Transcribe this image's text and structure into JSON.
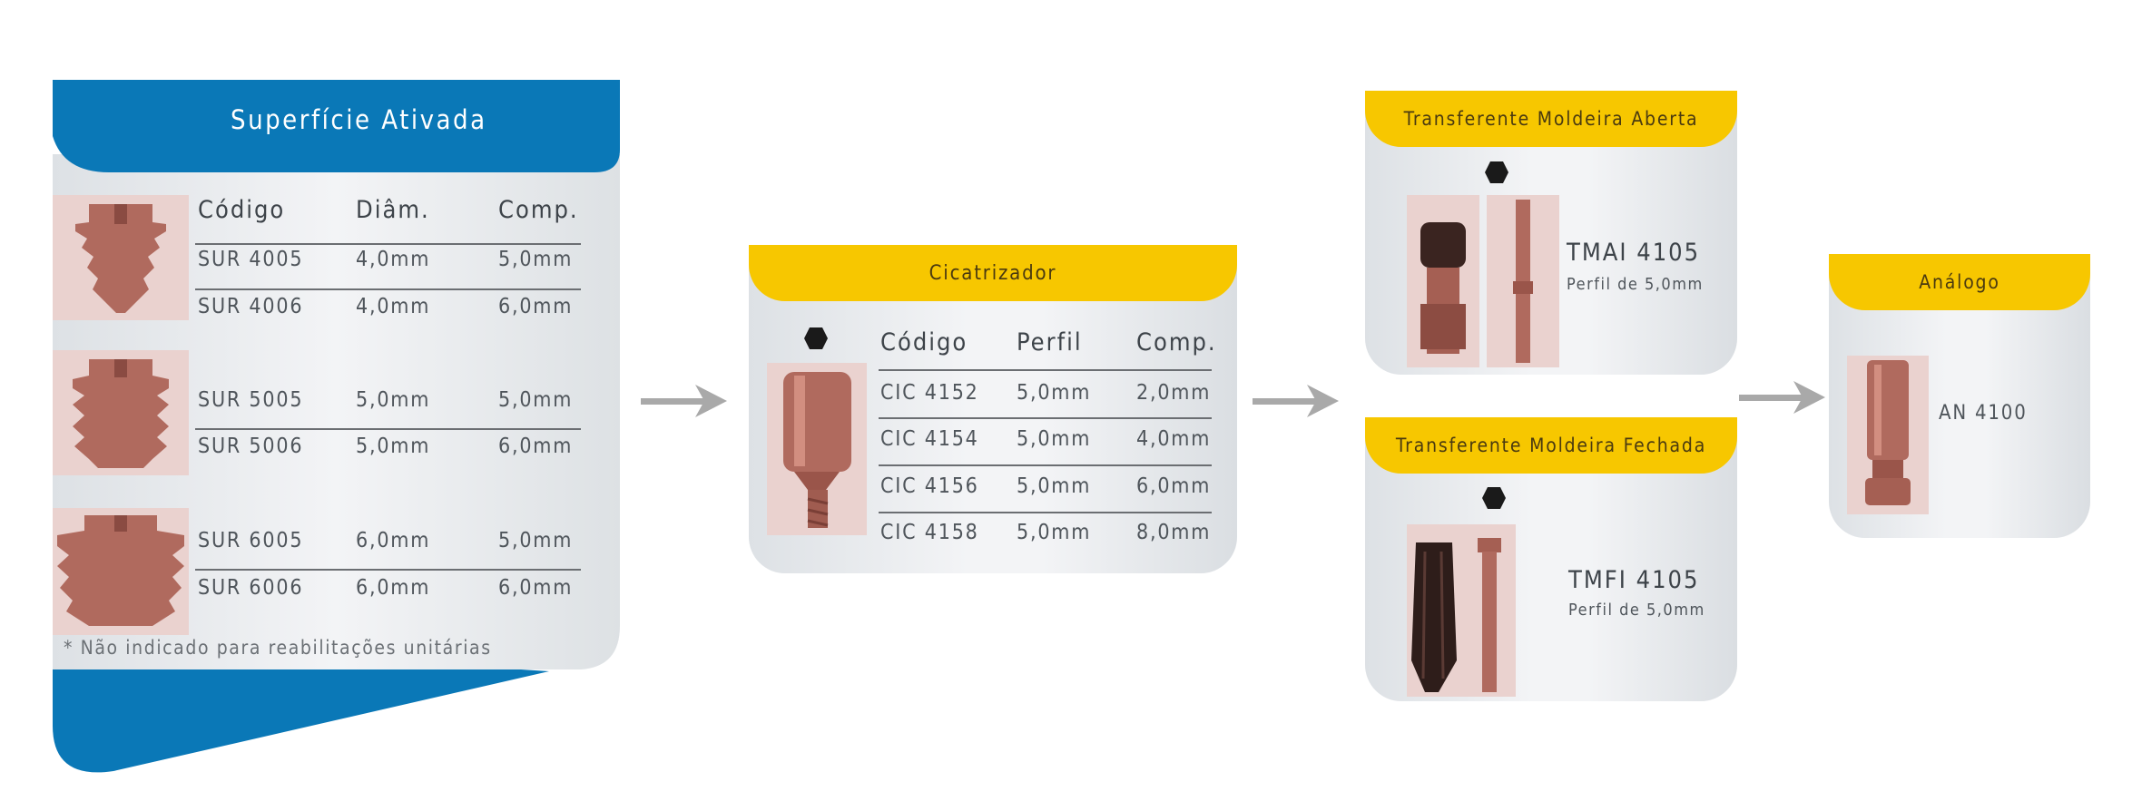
{
  "colors": {
    "blue": "#0a78b7",
    "yellow": "#f7c700",
    "copper": "#b86a5e",
    "grey_arrow": "#a9a9a9"
  },
  "superficie": {
    "title": "Superfície Ativada",
    "headers": [
      "Código",
      "Diâm.",
      "Comp."
    ],
    "rows": [
      [
        "SUR 4005",
        "4,0mm",
        "5,0mm"
      ],
      [
        "SUR 4006",
        "4,0mm",
        "6,0mm"
      ],
      [
        "SUR 5005",
        "5,0mm",
        "5,0mm"
      ],
      [
        "SUR 5006",
        "5,0mm",
        "6,0mm"
      ],
      [
        "SUR 6005",
        "6,0mm",
        "5,0mm"
      ],
      [
        "SUR 6006",
        "6,0mm",
        "6,0mm"
      ]
    ],
    "footnote": "* Não indicado para reabilitações unitárias"
  },
  "cicatrizador": {
    "title": "Cicatrizador",
    "headers": [
      "Código",
      "Perfil",
      "Comp."
    ],
    "rows": [
      [
        "CIC 4152",
        "5,0mm",
        "2,0mm"
      ],
      [
        "CIC 4154",
        "5,0mm",
        "4,0mm"
      ],
      [
        "CIC 4156",
        "5,0mm",
        "6,0mm"
      ],
      [
        "CIC 4158",
        "5,0mm",
        "8,0mm"
      ]
    ]
  },
  "transferente_aberta": {
    "title": "Transferente Moldeira Aberta",
    "code": "TMAI 4105",
    "sub": "Perfil de 5,0mm"
  },
  "transferente_fechada": {
    "title": "Transferente Moldeira Fechada",
    "code": "TMFI 4105",
    "sub": "Perfil de 5,0mm"
  },
  "analogo": {
    "title": "Análogo",
    "code": "AN 4100"
  },
  "icons": [
    "hexagon-icon",
    "arrow-right-icon"
  ]
}
